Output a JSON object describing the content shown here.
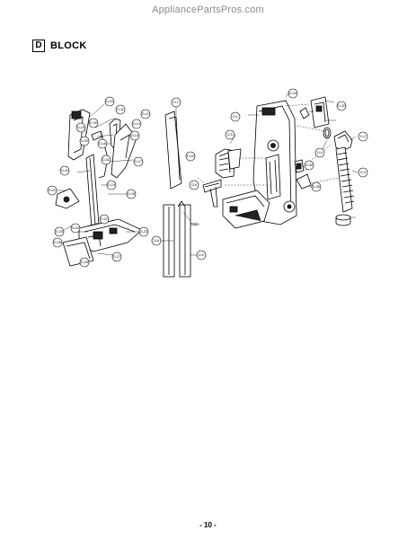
{
  "watermark": "AppliancePartsPros.com",
  "heading": {
    "letter": "D",
    "title": "BLOCK"
  },
  "diagram": {
    "tabs_label": "Tabs",
    "callouts": [
      "D-10",
      "D-11",
      "D-12",
      "D-13",
      "D-14",
      "D-15",
      "D-16",
      "D-17",
      "D-18",
      "D-19",
      "D-20",
      "D-21",
      "D-22",
      "D-23",
      "D-24",
      "D-25",
      "D-26",
      "D-27",
      "D-28",
      "D-29",
      "D-30",
      "D-31",
      "D-32",
      "D-33",
      "D-1",
      "D-2",
      "D-3",
      "D-4",
      "D-5",
      "D-6",
      "D-7",
      "D-8",
      "D-9",
      "D-34",
      "D-35",
      "D-36"
    ]
  },
  "page_number": "- 10 -"
}
